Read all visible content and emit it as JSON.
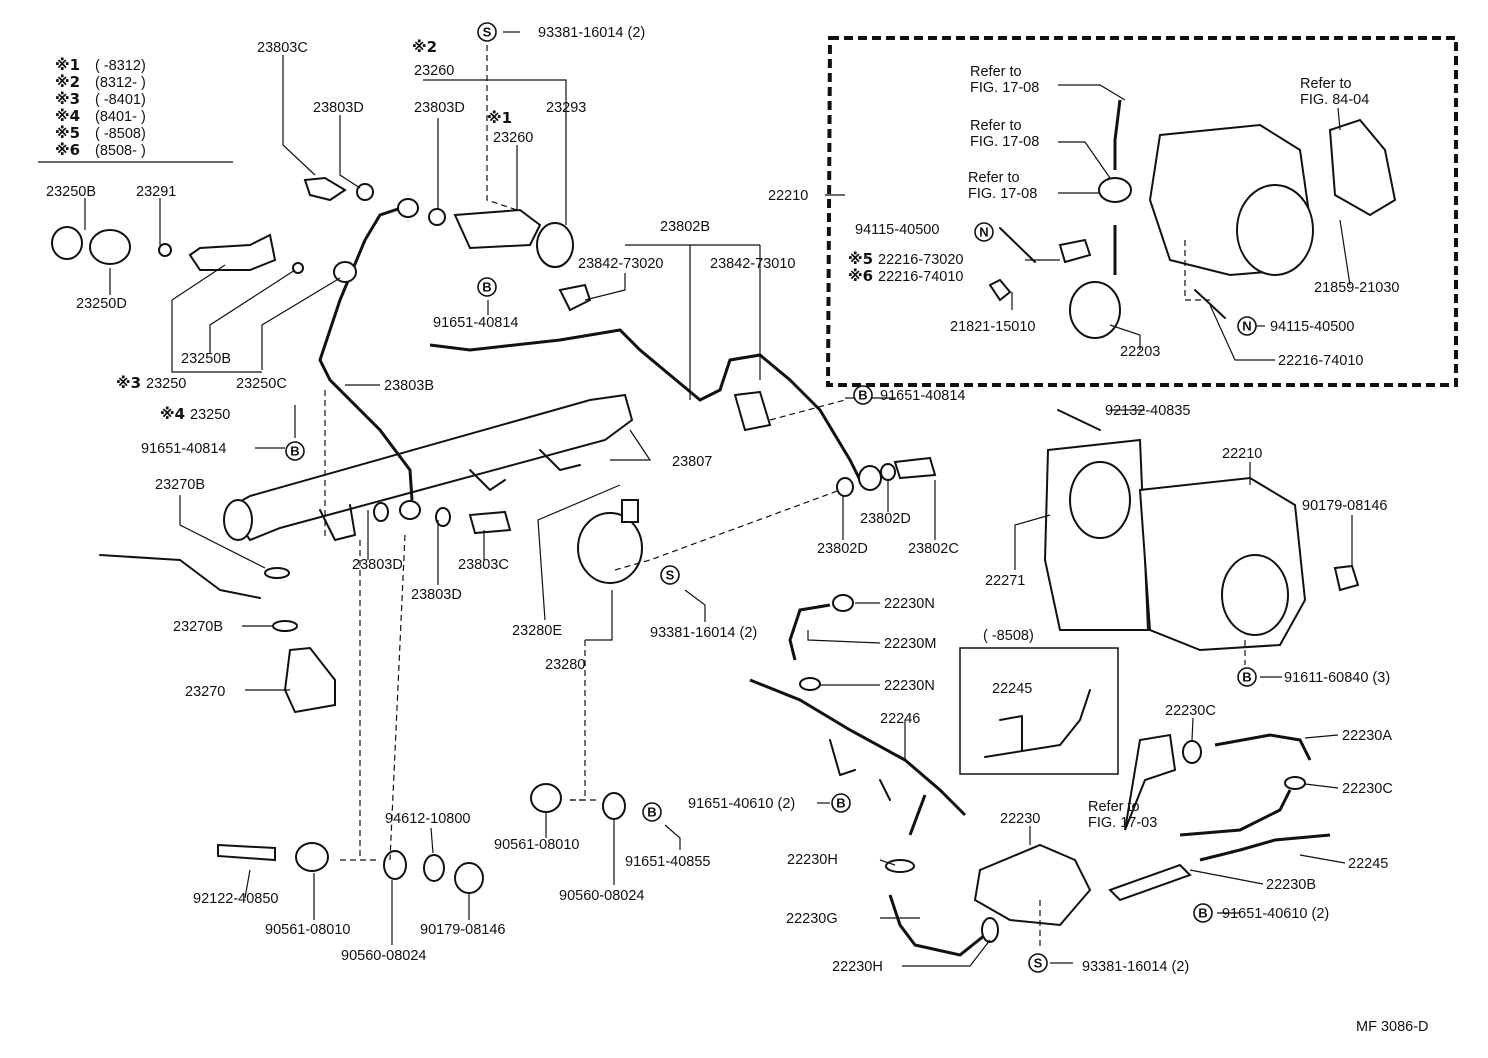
{
  "legend": [
    {
      "mark": "※1",
      "range": "(      -8312)"
    },
    {
      "mark": "※2",
      "range": "(8312-      )"
    },
    {
      "mark": "※3",
      "range": "(      -8401)"
    },
    {
      "mark": "※4",
      "range": "(8401-      )"
    },
    {
      "mark": "※5",
      "range": "(      -8508)"
    },
    {
      "mark": "※6",
      "range": "(8508-      )"
    }
  ],
  "labels": {
    "p23803C_a": "23803C",
    "p23260_2": "23260",
    "p23260_2_mark": "※2",
    "p23803D_a": "23803D",
    "p23803D_b": "23803D",
    "p23260_1_mark": "※1",
    "p23260_1": "23260",
    "p23293": "23293",
    "p93381_a": "93381-16014 (2)",
    "p23250B_a": "23250B",
    "p23291": "23291",
    "p23250D": "23250D",
    "p23250B_b": "23250B",
    "p23250C": "23250C",
    "p23250_3": "23250",
    "p23250_3_mark": "※3",
    "p23250_4": "23250",
    "p23250_4_mark": "※4",
    "p23803B": "23803B",
    "p91651_40814_a": "91651-40814",
    "p23802B": "23802B",
    "p23842_73020": "23842-73020",
    "p23842_73010": "23842-73010",
    "p91651_40814_b": "91651-40814",
    "p91651_40814_c": "91651-40814",
    "p23807": "23807",
    "p23270B_a": "23270B",
    "p23270B_b": "23270B",
    "p23270": "23270",
    "p23803D_c": "23803D",
    "p23803C_b": "23803C",
    "p23803D_d": "23803D",
    "p23280E": "23280E",
    "p23280": "23280",
    "p93381_b": "93381-16014 (2)",
    "p23802D_a": "23802D",
    "p23802D_b": "23802D",
    "p23802C": "23802C",
    "p22210_a": "22210",
    "p94115_a": "94115-40500",
    "p22216_73020": "22216-73020",
    "p22216_73020_mark": "※5",
    "p22216_74010_a": "22216-74010",
    "p22216_74010_a_mark": "※6",
    "p21821": "21821-15010",
    "p22203": "22203",
    "p21859": "21859-21030",
    "p94115_b": "94115-40500",
    "p22216_74010_b": "22216-74010",
    "ref1_l1": "Refer to",
    "ref1_l2": "FIG. 17-08",
    "ref2_l1": "Refer to",
    "ref2_l2": "FIG. 17-08",
    "ref3_l1": "Refer to",
    "ref3_l2": "FIG. 17-08",
    "ref4_l1": "Refer to",
    "ref4_l2": "FIG. 84-04",
    "p92132": "92132-40835",
    "p22210_b": "22210",
    "p22271": "22271",
    "p90179_a": "90179-08146",
    "p91611": "91611-60840 (3)",
    "inset_range": "(      -8508)",
    "p22245_inset": "22245",
    "p22230N_a": "22230N",
    "p22230M": "22230M",
    "p22230N_b": "22230N",
    "p22246": "22246",
    "p91651_40610_a": "91651-40610 (2)",
    "p22230C_a": "22230C",
    "p22230A": "22230A",
    "p22230C_b": "22230C",
    "ref5_l1": "Refer to",
    "ref5_l2": "FIG. 17-03",
    "p22230": "22230",
    "p22245": "22245",
    "p22230H_a": "22230H",
    "p22230G": "22230G",
    "p22230H_b": "22230H",
    "p22230B": "22230B",
    "p91651_40610_b": "91651-40610 (2)",
    "p93381_c": "93381-16014 (2)",
    "p94612": "94612-10800",
    "p90561_a": "90561-08010",
    "p91651_40855": "91651-40855",
    "p90560_a": "90560-08024",
    "p92122": "92122-40850",
    "p90561_b": "90561-08010",
    "p90179_b": "90179-08146",
    "p90560_b": "90560-08024",
    "footer": "MF 3086-D"
  },
  "callouts": {
    "S": "S",
    "B": "B",
    "N": "N"
  }
}
